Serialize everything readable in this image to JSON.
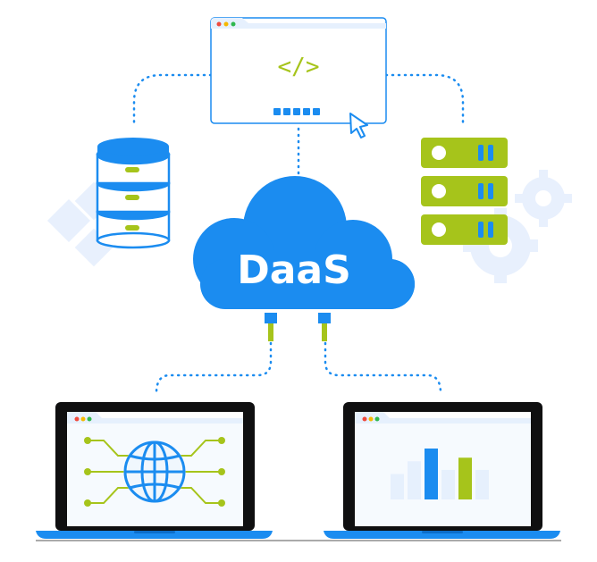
{
  "cloud": {
    "label": "DaaS"
  },
  "browser_window": {
    "code_symbol": "</>"
  },
  "colors": {
    "primary_blue": "#1b8cf0",
    "accent_green": "#a6c41b",
    "light_blue_bg": "#e6f0fd",
    "dark_screen": "#0f0f10",
    "dot_red": "#f04a3d",
    "dot_yellow": "#f5b800",
    "dot_green": "#2fb84f"
  },
  "icons": [
    "database-icon",
    "server-rack-icon",
    "cloud-icon",
    "browser-window-icon",
    "cursor-icon",
    "globe-icon",
    "bar-chart-icon",
    "gear-icon",
    "laptop-icon"
  ],
  "laptop_right_chart": {
    "bars": [
      {
        "level": 0.5,
        "highlight": false
      },
      {
        "level": 0.75,
        "highlight": false
      },
      {
        "level": 1.0,
        "highlight": "blue"
      },
      {
        "level": 0.58,
        "highlight": false
      },
      {
        "level": 0.82,
        "highlight": "green"
      },
      {
        "level": 0.58,
        "highlight": false
      }
    ]
  }
}
